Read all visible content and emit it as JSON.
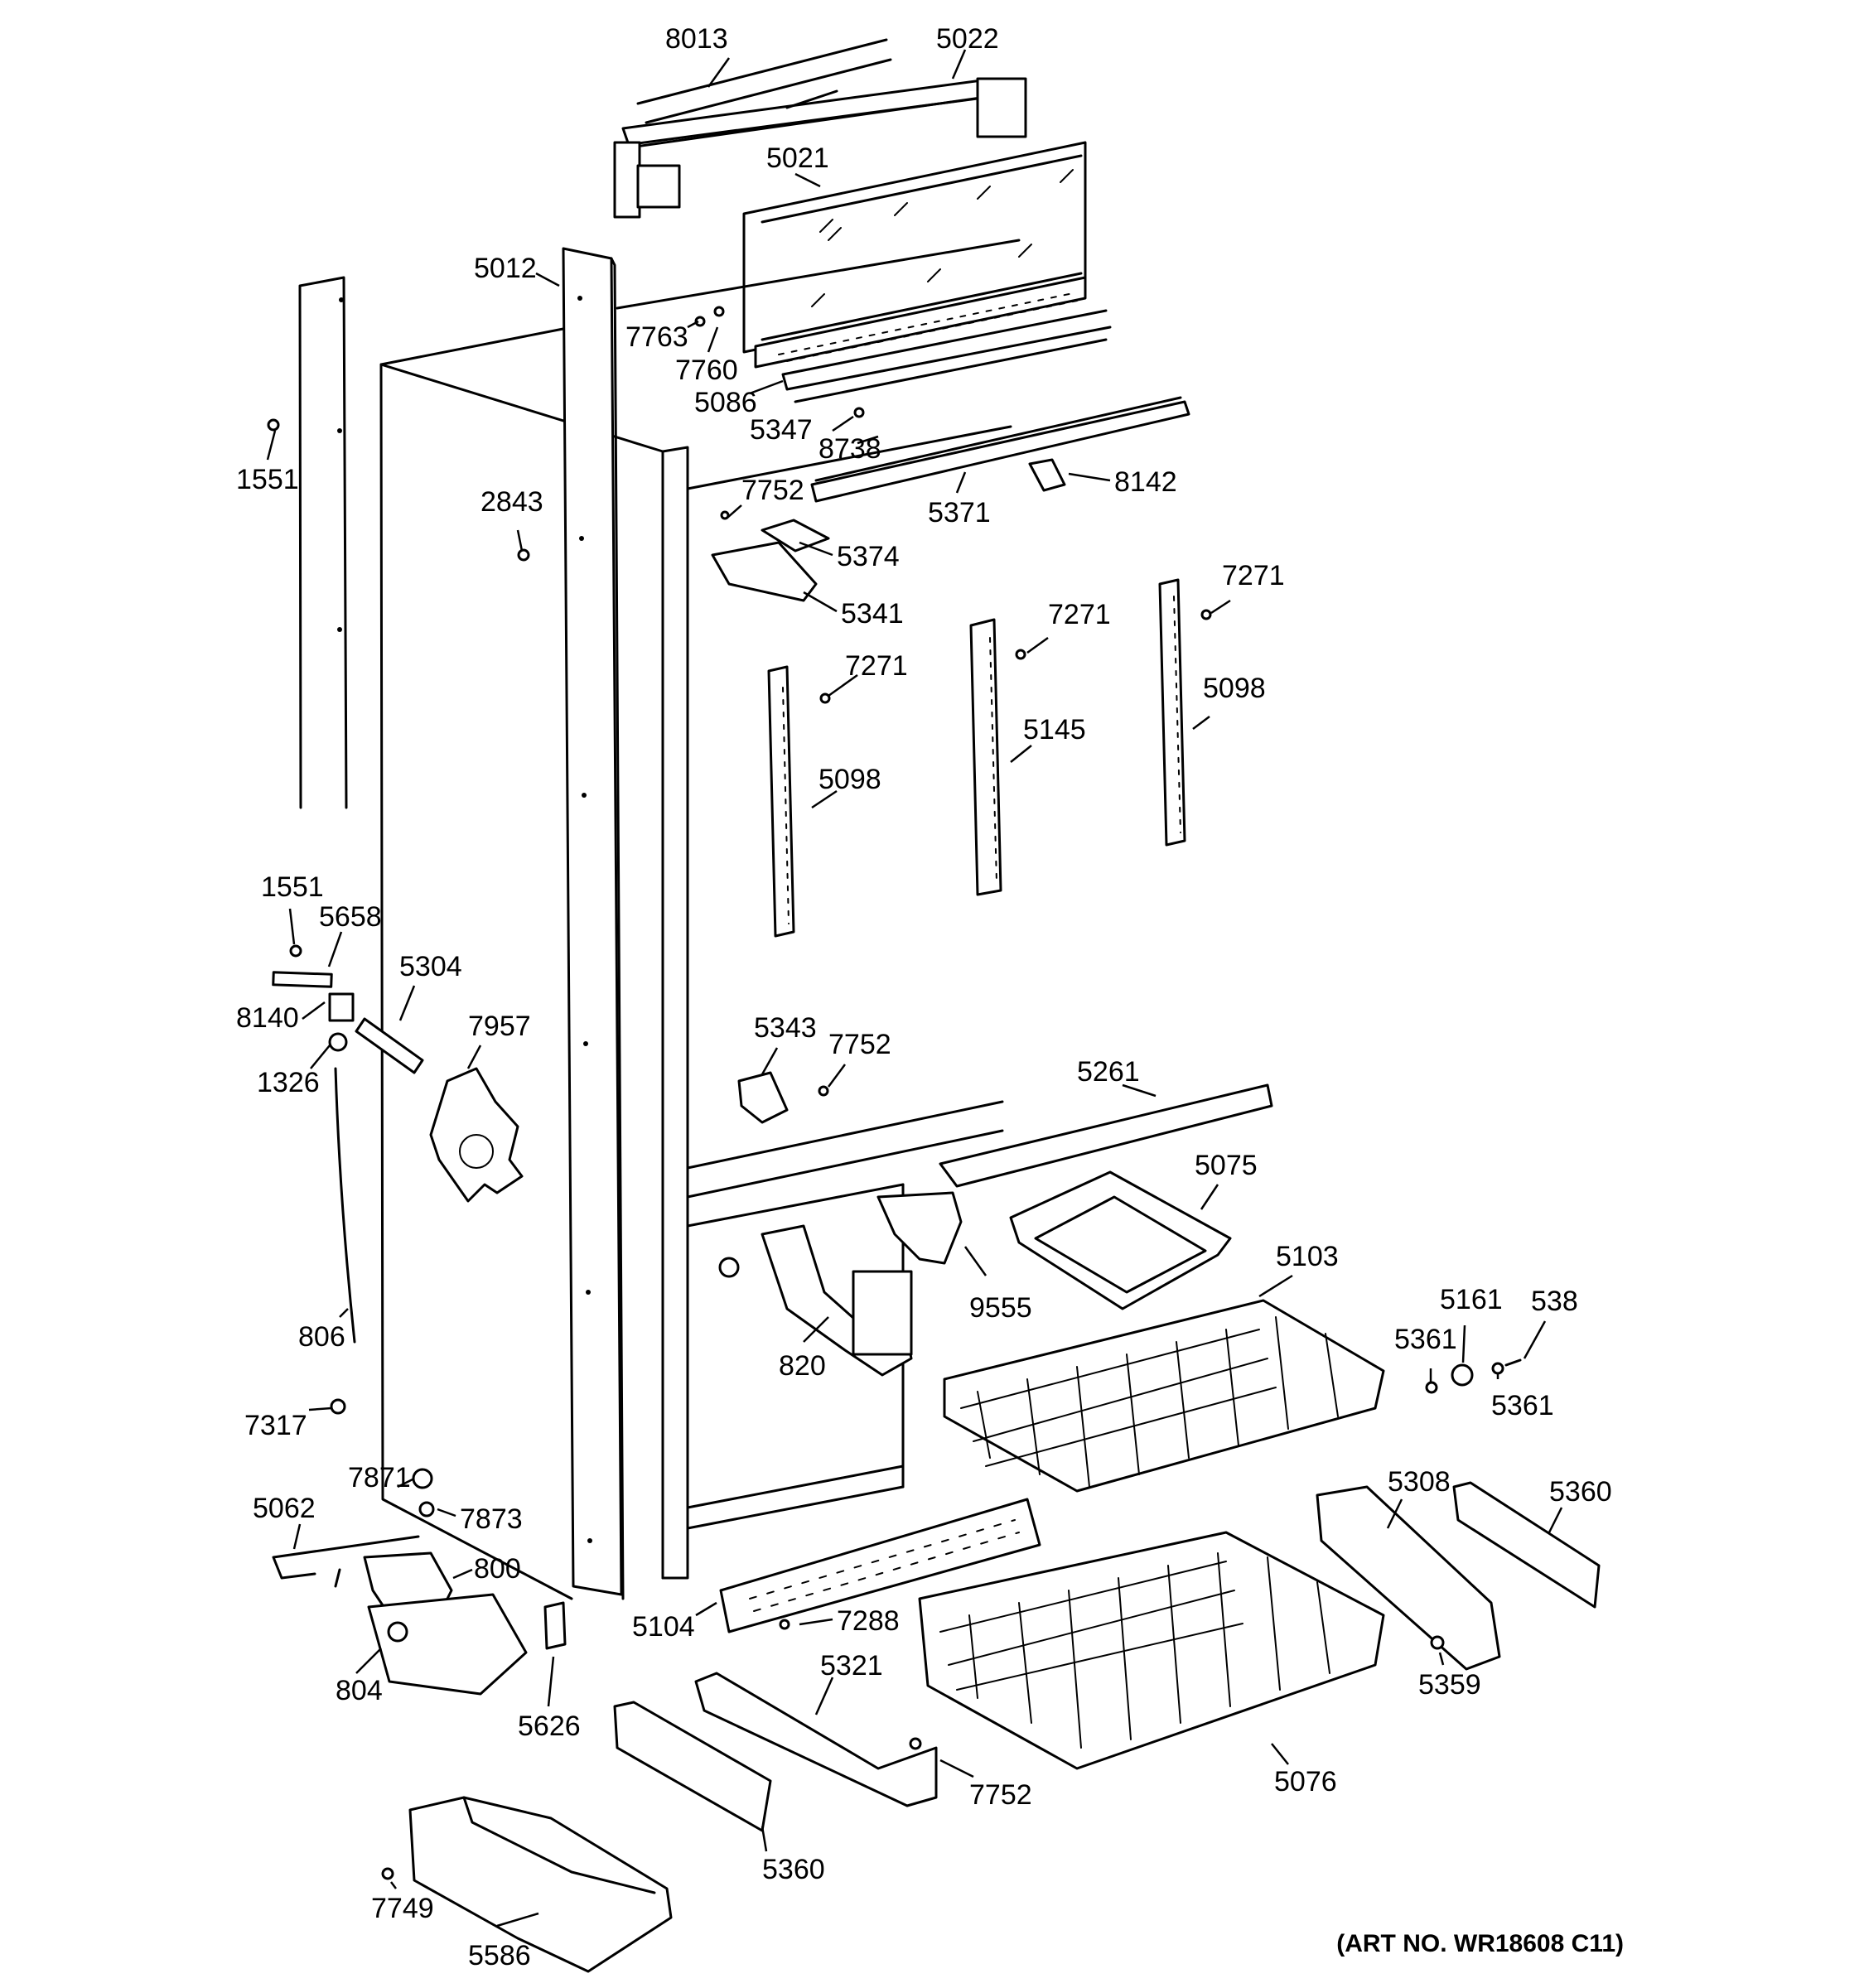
{
  "art_number": "(ART NO. WR18608 C11)",
  "callouts": [
    {
      "id": "c8013",
      "text": "8013"
    },
    {
      "id": "c5022",
      "text": "5022"
    },
    {
      "id": "c5021",
      "text": "5021"
    },
    {
      "id": "c5012",
      "text": "5012"
    },
    {
      "id": "c7763",
      "text": "7763"
    },
    {
      "id": "c7760",
      "text": "7760"
    },
    {
      "id": "c5086",
      "text": "5086"
    },
    {
      "id": "c5347",
      "text": "5347"
    },
    {
      "id": "c8738",
      "text": "8738"
    },
    {
      "id": "c1551a",
      "text": "1551"
    },
    {
      "id": "c2843",
      "text": "2843"
    },
    {
      "id": "c7752a",
      "text": "7752"
    },
    {
      "id": "c5371",
      "text": "5371"
    },
    {
      "id": "c8142",
      "text": "8142"
    },
    {
      "id": "c5374",
      "text": "5374"
    },
    {
      "id": "c5341",
      "text": "5341"
    },
    {
      "id": "c7271a",
      "text": "7271"
    },
    {
      "id": "c7271b",
      "text": "7271"
    },
    {
      "id": "c7271c",
      "text": "7271"
    },
    {
      "id": "c5098a",
      "text": "5098"
    },
    {
      "id": "c5145",
      "text": "5145"
    },
    {
      "id": "c5098b",
      "text": "5098"
    },
    {
      "id": "c1551b",
      "text": "1551"
    },
    {
      "id": "c5658",
      "text": "5658"
    },
    {
      "id": "c5304",
      "text": "5304"
    },
    {
      "id": "c8140",
      "text": "8140"
    },
    {
      "id": "c7957",
      "text": "7957"
    },
    {
      "id": "c1326",
      "text": "1326"
    },
    {
      "id": "c5343",
      "text": "5343"
    },
    {
      "id": "c7752b",
      "text": "7752"
    },
    {
      "id": "c5261",
      "text": "5261"
    },
    {
      "id": "c5075",
      "text": "5075"
    },
    {
      "id": "c806",
      "text": "806"
    },
    {
      "id": "c9555",
      "text": "9555"
    },
    {
      "id": "c820",
      "text": "820"
    },
    {
      "id": "c5103",
      "text": "5103"
    },
    {
      "id": "c5161",
      "text": "5161"
    },
    {
      "id": "c538",
      "text": "538"
    },
    {
      "id": "c5361a",
      "text": "5361"
    },
    {
      "id": "c5361b",
      "text": "5361"
    },
    {
      "id": "c7317",
      "text": "7317"
    },
    {
      "id": "c7871",
      "text": "7871"
    },
    {
      "id": "c5062",
      "text": "5062"
    },
    {
      "id": "c7873",
      "text": "7873"
    },
    {
      "id": "c800",
      "text": "800"
    },
    {
      "id": "c5308",
      "text": "5308"
    },
    {
      "id": "c5360a",
      "text": "5360"
    },
    {
      "id": "c5104",
      "text": "5104"
    },
    {
      "id": "c7288",
      "text": "7288"
    },
    {
      "id": "c804",
      "text": "804"
    },
    {
      "id": "c5626",
      "text": "5626"
    },
    {
      "id": "c5321",
      "text": "5321"
    },
    {
      "id": "c5359",
      "text": "5359"
    },
    {
      "id": "c7752c",
      "text": "7752"
    },
    {
      "id": "c5076",
      "text": "5076"
    },
    {
      "id": "c5360b",
      "text": "5360"
    },
    {
      "id": "c7749",
      "text": "7749"
    },
    {
      "id": "c5586",
      "text": "5586"
    }
  ]
}
